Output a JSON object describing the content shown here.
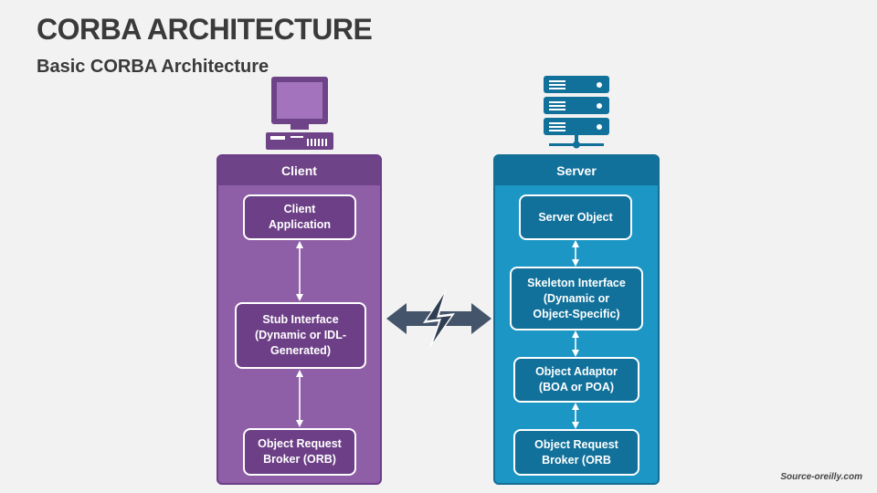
{
  "title": "CORBA ARCHITECTURE",
  "subtitle": "Basic CORBA Architecture",
  "client": {
    "header": "Client",
    "boxes": [
      {
        "label": "Client\nApplication"
      },
      {
        "label": "Stub Interface\n(Dynamic or IDL-\nGenerated)"
      },
      {
        "label": "Object Request\nBroker (ORB)"
      }
    ]
  },
  "server": {
    "header": "Server",
    "boxes": [
      {
        "label": "Server Object"
      },
      {
        "label": "Skeleton Interface\n(Dynamic or\nObject-Specific)"
      },
      {
        "label": "Object Adaptor\n(BOA or POA)"
      },
      {
        "label": "Object Request\nBroker (ORB"
      }
    ]
  },
  "source": "Source-oreilly.com",
  "colors": {
    "client_panel": "#8e5ea6",
    "client_box": "#6c3f86",
    "server_panel": "#1b96c5",
    "server_box": "#11719b",
    "connector": "#44546a"
  },
  "icons": {
    "client": "desktop-computer-icon",
    "server": "server-rack-icon",
    "connection": "lightning-bolt-icon"
  }
}
